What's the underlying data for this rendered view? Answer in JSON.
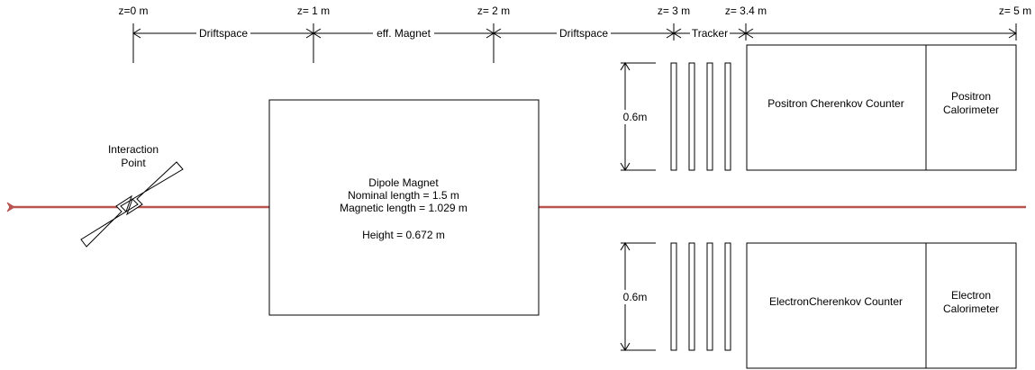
{
  "z_markers": [
    "z=0 m",
    "z= 1 m",
    "z= 2 m",
    "z= 3 m",
    "z= 3.4 m",
    "z= 5 m"
  ],
  "sections": [
    "Driftspace",
    "eff. Magnet",
    "Driftspace",
    "Tracker"
  ],
  "interaction_point": {
    "line1": "Interaction",
    "line2": "Point"
  },
  "magnet": {
    "line1": "Dipole Magnet",
    "line2": "Nominal length = 1.5 m",
    "line3": "Magnetic length = 1.029 m",
    "line4": "Height = 0.672 m"
  },
  "top_arm": {
    "height_label": "0.6m",
    "cherenkov": "Positron Cherenkov Counter",
    "calorimeter_line1": "Positron",
    "calorimeter_line2": "Calorimeter"
  },
  "bottom_arm": {
    "height_label": "0.6m",
    "cherenkov": "ElectronCherenkov Counter",
    "calorimeter_line1": "Electron",
    "calorimeter_line2": "Calorimeter"
  },
  "colors": {
    "beam": "#b85450",
    "line": "#000000"
  }
}
